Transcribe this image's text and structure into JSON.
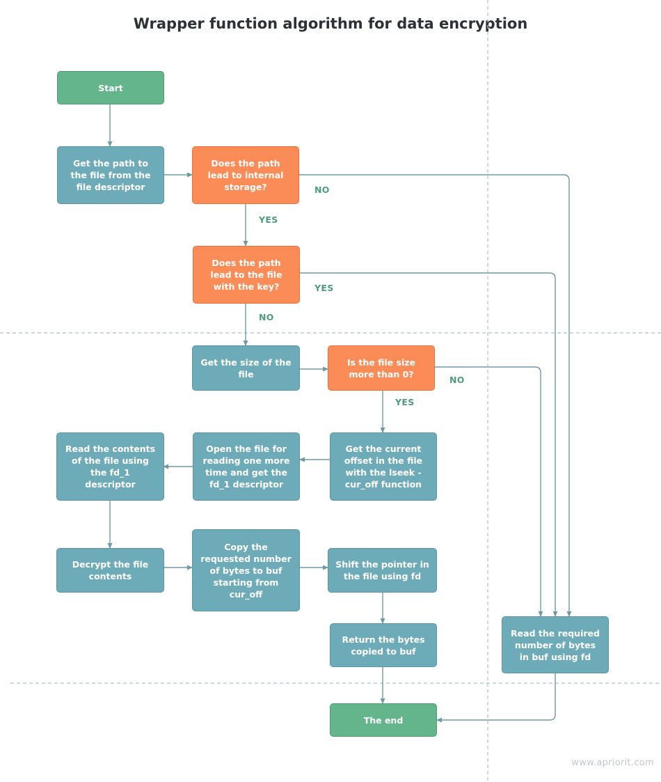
{
  "title": "Wrapper function algorithm for data encryption",
  "nodes": {
    "start": "Start",
    "get_path": "Get the path to the file from the file descriptor",
    "internal_storage": "Does the path lead to internal storage?",
    "file_with_key": "Does the path lead to the file with the key?",
    "get_size": "Get the size of the file",
    "size_more_than_zero": "Is the file size more than 0?",
    "get_offset": {
      "text": "Get the current offset in the file with the",
      "bold": "lseek - cur_off",
      "suffix": "function"
    },
    "open_again": "Open the file for reading one more time and get the fd_1 descriptor",
    "read_contents": "Read the contents of the file using the fd_1 descriptor",
    "decrypt": "Decrypt the file contents",
    "copy_bytes": "Copy the requested number of bytes to buf starting from cur_off",
    "shift_pointer": "Shift the pointer in the file using fd",
    "return_bytes": "Return the bytes copied to buf",
    "read_required": "Read the required number of bytes in buf using fd",
    "end": "The end"
  },
  "edge_labels": {
    "internal_no": "NO",
    "internal_yes": "YES",
    "key_yes": "YES",
    "key_no": "NO",
    "size_no": "NO",
    "size_yes": "YES"
  },
  "colors": {
    "terminal": "#64b48c",
    "process": "#6eabb9",
    "decision": "#fb8c57",
    "connector": "#6f9aa5",
    "label": "#4e9c7c",
    "divider": "#a9c3c8"
  },
  "watermark": "www.apriorit.com"
}
